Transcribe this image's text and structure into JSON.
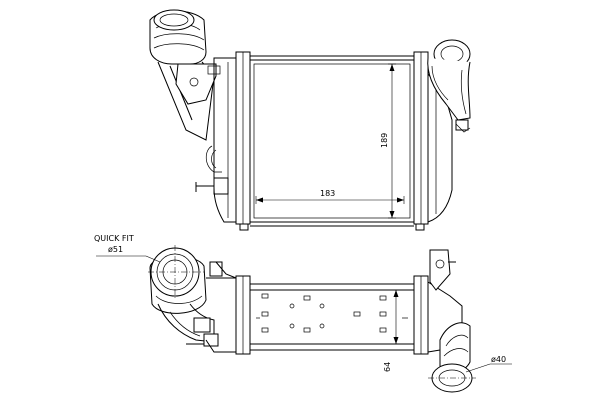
{
  "dimensions": {
    "core_width": "183",
    "core_height": "189",
    "core_depth": "64",
    "outlet_diameter": "ø40",
    "inlet_diameter": "ø51"
  },
  "notes": {
    "quick_fit_line1": "QUICK FIT",
    "quick_fit_line2": "ø51"
  }
}
